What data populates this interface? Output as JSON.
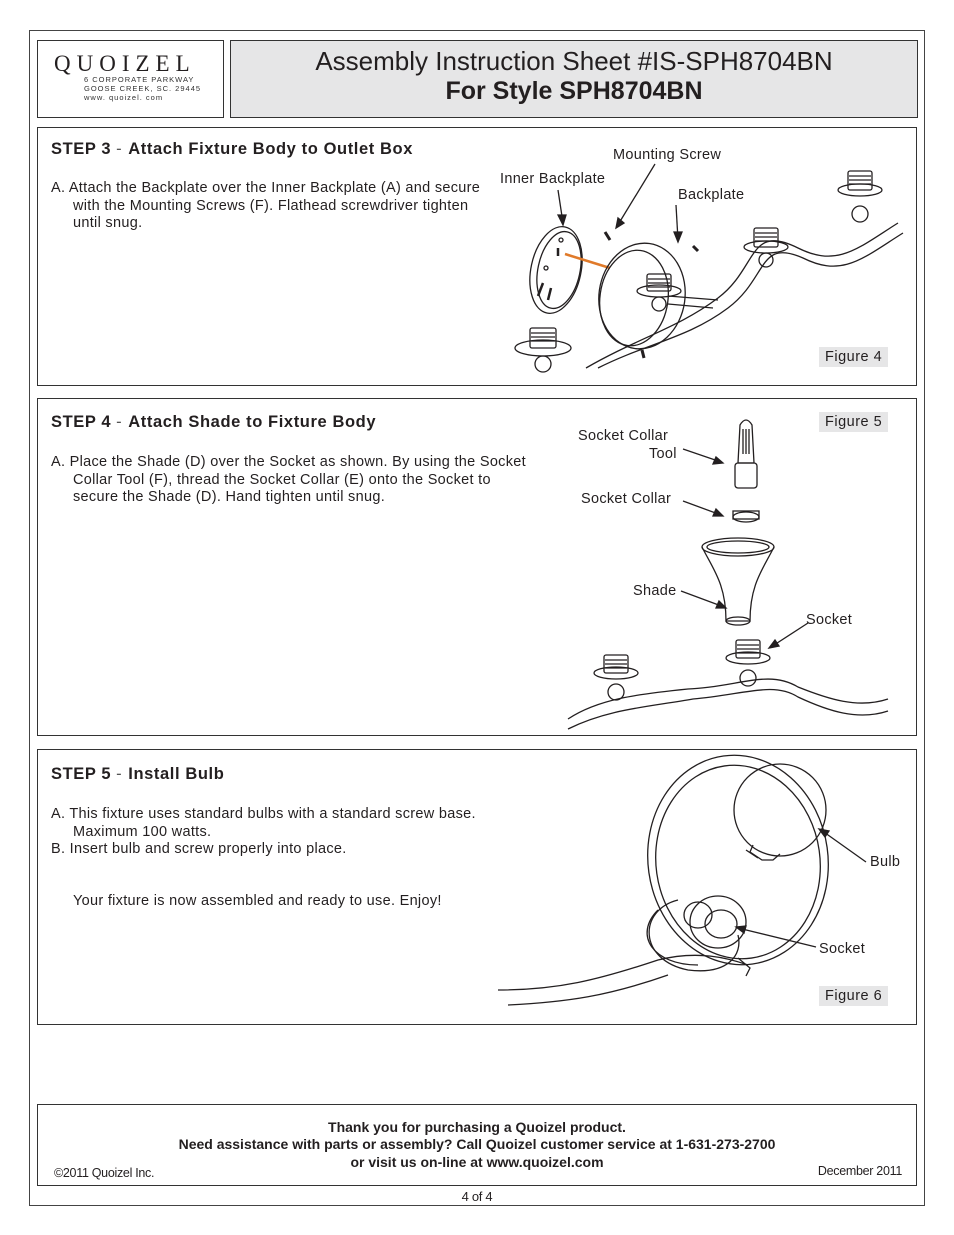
{
  "header": {
    "logo": {
      "name": "QUOIZEL",
      "address1": "6 CORPORATE PARKWAY",
      "address2": "GOOSE CREEK, SC. 29445",
      "web": "www. quoizel. com"
    },
    "title_line1": "Assembly Instruction Sheet #IS-SPH8704BN",
    "title_line2": "For Style SPH8704BN"
  },
  "step3": {
    "number": "STEP 3",
    "dash": "-",
    "title": "Attach Fixture Body to Outlet Box",
    "text": "A.  Attach the Backplate over the Inner Backplate (A) and secure with the Mounting Screws (F). Flathead screwdriver tighten until snug.",
    "callouts": {
      "mounting_screw": "Mounting Screw",
      "inner_backplate": "Inner Backplate",
      "backplate": "Backplate"
    },
    "figure": "Figure 4"
  },
  "step4": {
    "number": "STEP 4",
    "dash": "-",
    "title": "Attach Shade to Fixture Body",
    "text": "A.  Place the Shade (D) over the Socket as shown. By using the Socket Collar Tool (F), thread the Socket Collar (E) onto the Socket to secure the Shade (D). Hand tighten until snug.",
    "callouts": {
      "socket_collar_tool_1": "Socket Collar",
      "socket_collar_tool_2": "Tool",
      "socket_collar": "Socket Collar",
      "shade": "Shade",
      "socket": "Socket"
    },
    "figure": "Figure 5"
  },
  "step5": {
    "number": "STEP 5",
    "dash": "-",
    "title": "Install Bulb",
    "text_a": "A.  This fixture uses standard bulbs with a standard screw base. Maximum 100 watts.",
    "text_b": "B.  Insert bulb and screw properly into place.",
    "closing": "Your fixture is now assembled and ready to use. Enjoy!",
    "callouts": {
      "bulb": "Bulb",
      "socket": "Socket"
    },
    "figure": "Figure 6"
  },
  "footer": {
    "line1": "Thank you for purchasing a Quoizel product.",
    "line2": "Need assistance with parts or assembly? Call Quoizel customer service at 1-631-273-2700",
    "line3": "or visit us on-line at www.quoizel.com",
    "copyright": "©2011  Quoizel Inc.",
    "date": "December 2011"
  },
  "page_number": "4 of 4"
}
